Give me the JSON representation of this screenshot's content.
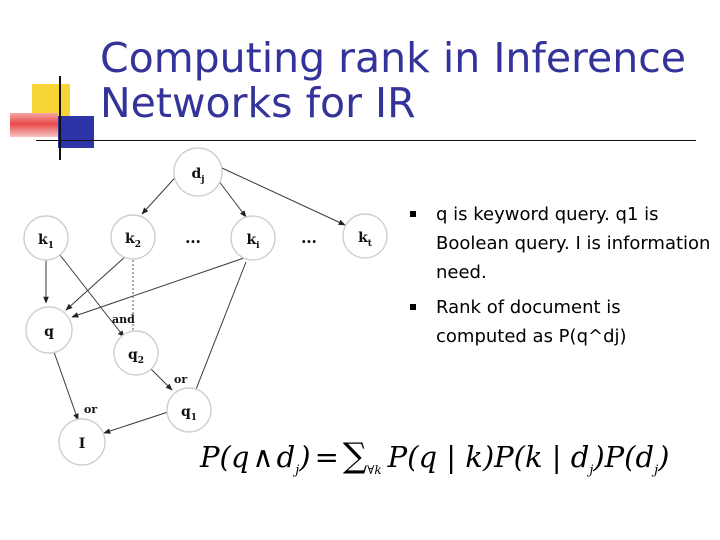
{
  "title": {
    "line1": "Computing rank in Inference",
    "line2": "Networks for IR"
  },
  "diagram": {
    "nodes": [
      {
        "id": "dj",
        "name": "node-dj",
        "main": "d",
        "sub": "j"
      },
      {
        "id": "k1",
        "name": "node-k1",
        "main": "k",
        "sub": "1"
      },
      {
        "id": "k2",
        "name": "node-k2",
        "main": "k",
        "sub": "2"
      },
      {
        "id": "ki",
        "name": "node-ki",
        "main": "k",
        "sub": "i"
      },
      {
        "id": "kt",
        "name": "node-kt",
        "main": "k",
        "sub": "t"
      },
      {
        "id": "q",
        "name": "node-q",
        "main": "q",
        "sub": ""
      },
      {
        "id": "q2",
        "name": "node-q2",
        "main": "q",
        "sub": "2"
      },
      {
        "id": "q1",
        "name": "node-q1",
        "main": "q",
        "sub": "1"
      },
      {
        "id": "I",
        "name": "node-i",
        "main": "I",
        "sub": ""
      }
    ],
    "ellipses": [
      "…",
      "…"
    ],
    "labels": {
      "and": "and",
      "or_q1": "or",
      "or_i": "or"
    }
  },
  "bullets": [
    "q is keyword query. q1 is Boolean query. I is information need.",
    "Rank of document is computed as P(q^dj)"
  ],
  "formula": {
    "lhs_p": "P(q",
    "and_symbol": "∧",
    "lhs_d": "d",
    "lhs_sub_j": "j",
    "lhs_close": ")",
    "equals": "=",
    "sum": "∑",
    "sum_sub": "∀k",
    "term1": "P(q | k)P(k | d",
    "term1_sub_j": "j",
    "term1_close": ")P(d",
    "term2_sub_j": "j",
    "term2_close": ")"
  }
}
